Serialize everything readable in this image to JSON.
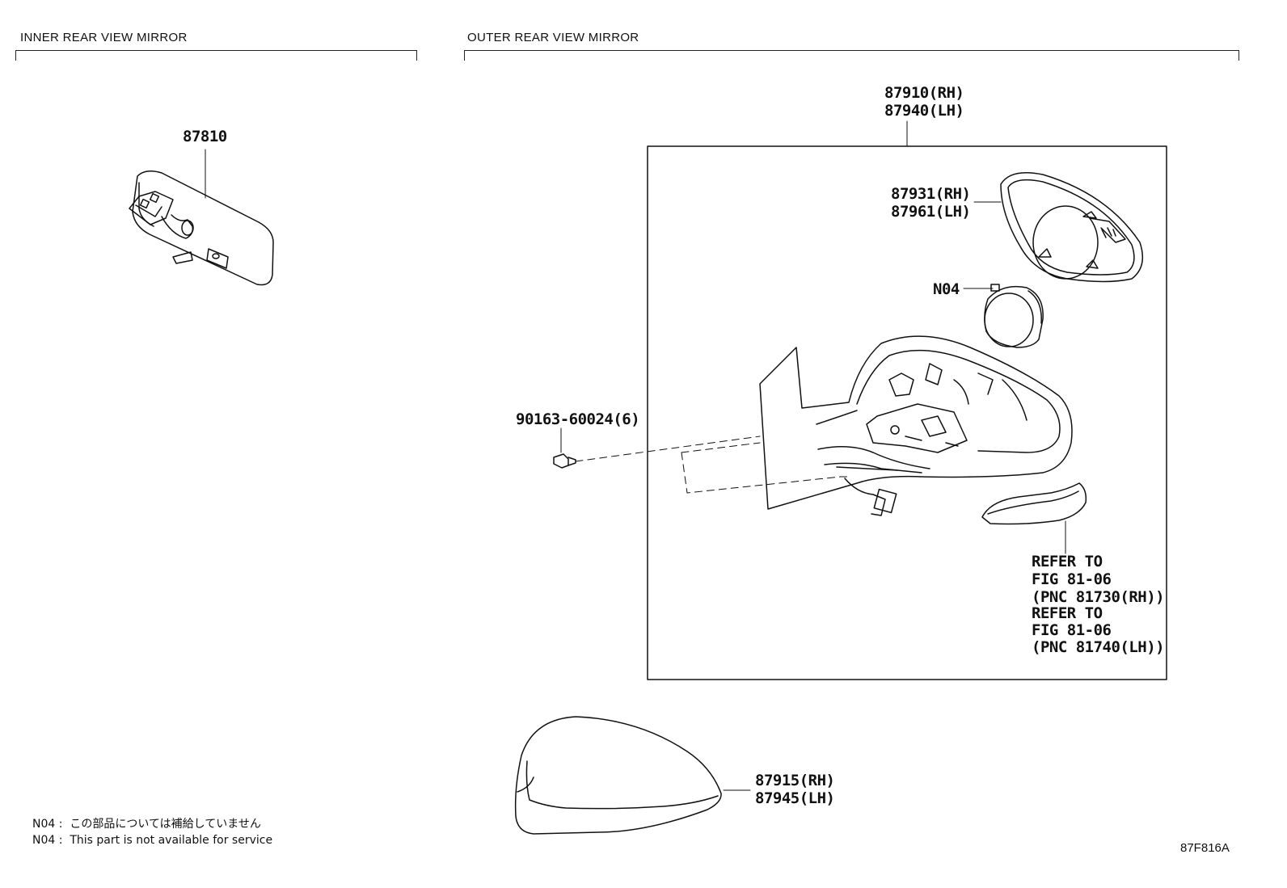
{
  "sections": {
    "inner": "INNER REAR VIEW MIRROR",
    "outer": "OUTER REAR VIEW MIRROR"
  },
  "callouts": {
    "inner_mirror": "87810",
    "outer_assy_rh": "87910(RH)",
    "outer_assy_lh": "87940(LH)",
    "mirror_glass_rh": "87931(RH)",
    "mirror_glass_lh": "87961(LH)",
    "motor": "N04",
    "screw": "90163-60024(6)",
    "cover_rh": "87915(RH)",
    "cover_lh": "87945(LH)",
    "refer_1": "REFER TO",
    "refer_2": "FIG 81-06",
    "refer_3": "(PNC 81730(RH))",
    "refer_4": "REFER TO",
    "refer_5": "FIG 81-06",
    "refer_6": "(PNC 81740(LH))"
  },
  "notes": {
    "line_jp": "N04 :  この部品については補給していません",
    "line_en": "N04 :  This part is not available for service"
  },
  "figure_code": "87F816A"
}
